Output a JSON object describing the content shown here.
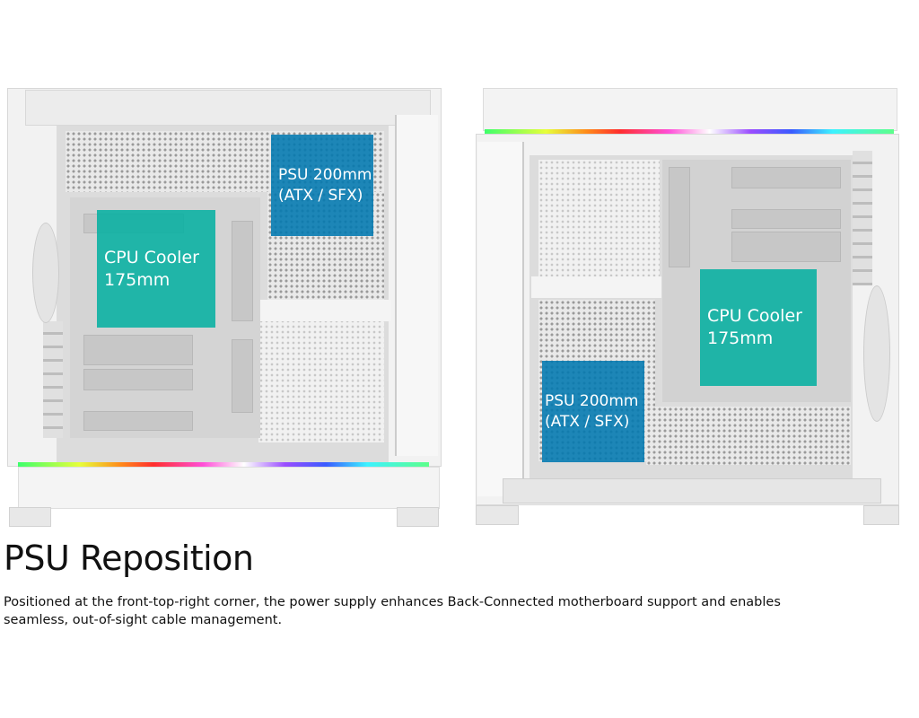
{
  "left_case": {
    "psu_label_line1": "PSU 200mm",
    "psu_label_line2": "(ATX / SFX)",
    "cpu_label_line1": "CPU Cooler",
    "cpu_label_line2": "175mm"
  },
  "right_case": {
    "psu_label_line1": "PSU 200mm",
    "psu_label_line2": "(ATX / SFX)",
    "cpu_label_line1": "CPU Cooler",
    "cpu_label_line2": "175mm"
  },
  "heading": "PSU Reposition",
  "description": "Positioned at the front-top-right corner, the power supply enhances Back-Connected motherboard support and enables seamless, out-of-sight cable management.",
  "colors": {
    "psu_box": "#0a82b4",
    "cpu_box": "#12b3a3"
  }
}
